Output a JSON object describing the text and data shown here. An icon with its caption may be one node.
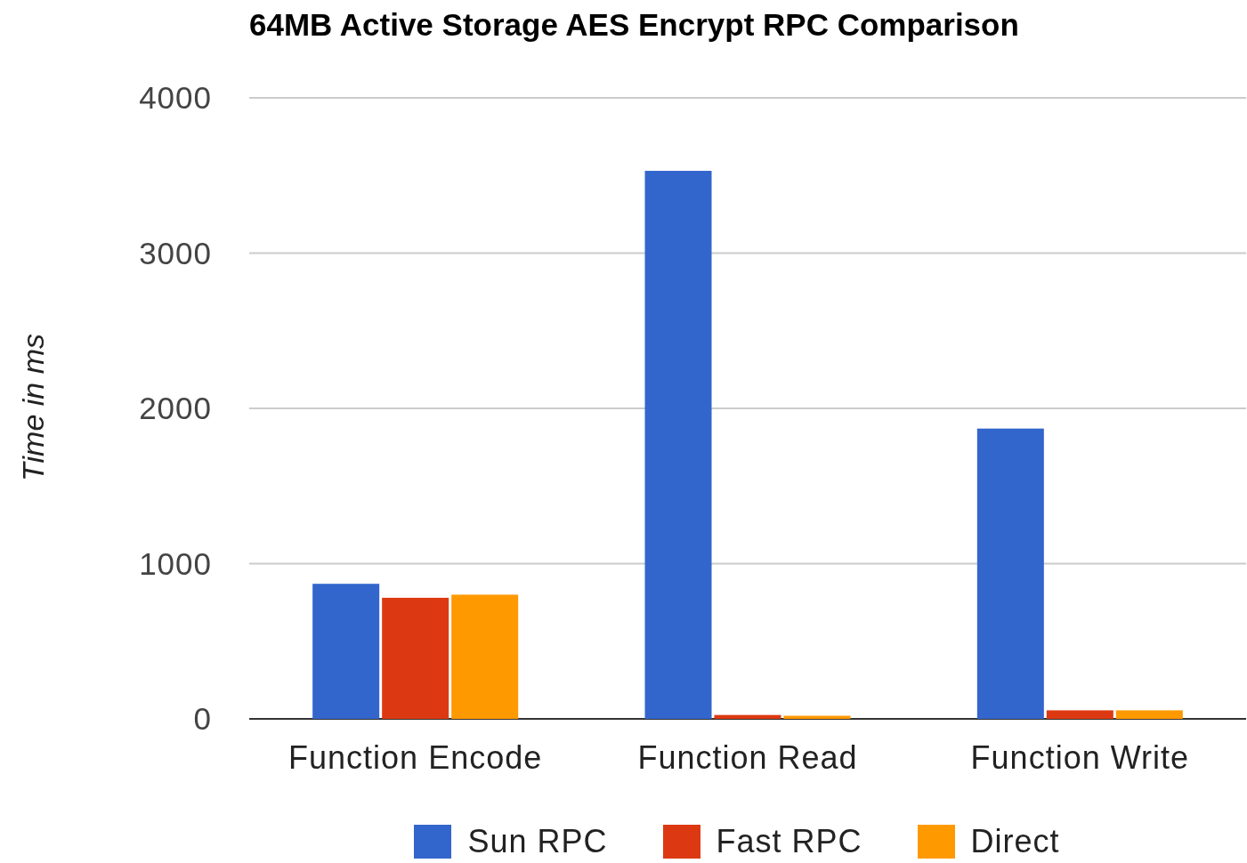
{
  "diagram": {
    "title": "64MB Active Storage AES Encrypt RPC Comparison",
    "chart_data": {
      "type": "bar",
      "ylabel": "Time in ms",
      "categories": [
        "Function Encode",
        "Function Read",
        "Function Write"
      ],
      "series": [
        {
          "name": "Sun RPC",
          "color": "#3366cc",
          "values": [
            870,
            3530,
            1870
          ]
        },
        {
          "name": "Fast RPC",
          "color": "#dc3912",
          "values": [
            780,
            25,
            55
          ]
        },
        {
          "name": "Direct",
          "color": "#ff9900",
          "values": [
            800,
            20,
            55
          ]
        }
      ],
      "grid": true,
      "ylim": [
        0,
        4000
      ],
      "yticks": [
        0,
        1000,
        2000,
        3000,
        4000
      ]
    }
  }
}
